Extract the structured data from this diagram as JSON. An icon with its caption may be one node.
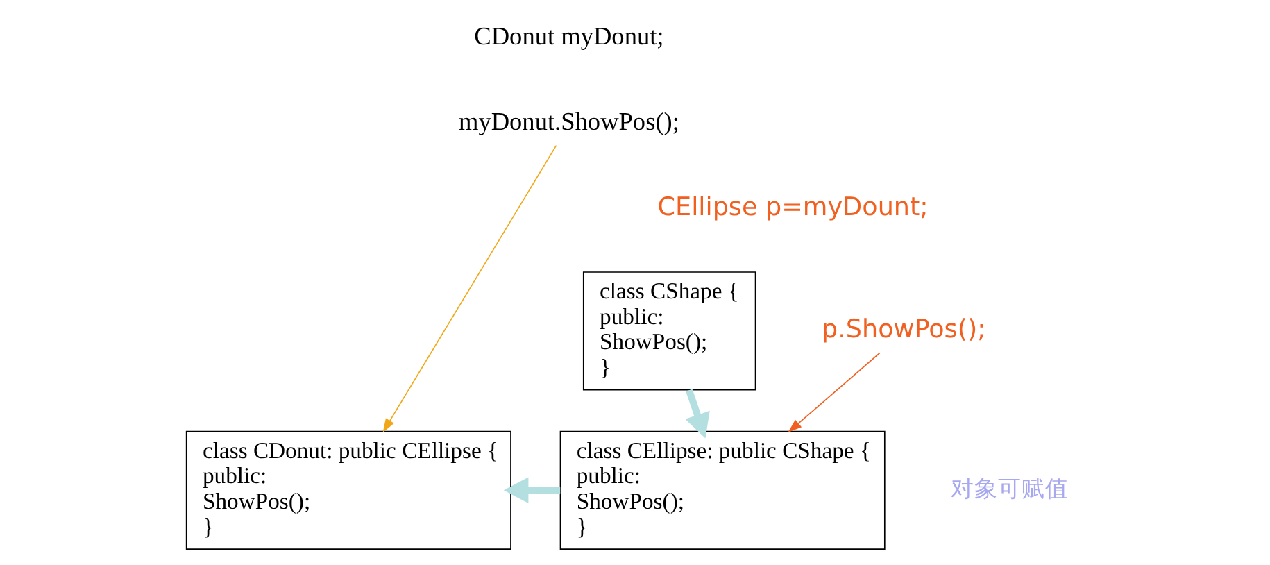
{
  "diagram": {
    "nodes": [
      {
        "text": [
          "class CShape {",
          "public:",
          "ShowPos();",
          "}"
        ]
      },
      {
        "text": [
          "class CEllipse: public CShape {",
          "public:",
          "ShowPos();",
          "}"
        ]
      },
      {
        "text": [
          "class CDonut: public CEllipse {",
          "public:",
          "ShowPos();",
          "}"
        ]
      },
      {
        "text": [
          "myDonut.ShowPos();"
        ]
      },
      {
        "text": [
          "p.ShowPos();"
        ]
      }
    ],
    "edges": [
      {
        "from": 0,
        "to": 1,
        "arrow": "to",
        "style": "thick",
        "color": "#b4dfe0"
      },
      {
        "from": 1,
        "to": 2,
        "arrow": "to",
        "style": "thick",
        "color": "#b4dfe0"
      },
      {
        "from": 3,
        "to": 2,
        "arrow": "to",
        "color": "#f0a818"
      },
      {
        "from": 4,
        "to": 1,
        "arrow": "to",
        "color": "#f06020"
      }
    ],
    "labels": [
      "CDonut myDonut;",
      "CEllipse p=myDount;",
      "对象可赋值"
    ]
  }
}
